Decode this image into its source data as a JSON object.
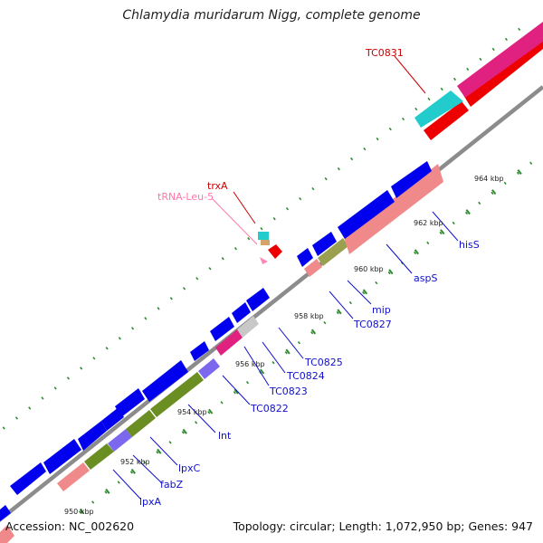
{
  "title": "Chlamydia muridarum Nigg, complete genome",
  "footer": {
    "accession": "Accession: NC_002620",
    "summary": "Topology: circular; Length: 1,072,950 bp; Genes: 947"
  },
  "colors": {
    "backbone": "#8c8c8c",
    "tick": "#2e8b2e",
    "cds_forward": "#0000ee",
    "cds_reverse": "#ee0000",
    "cog_a": "#e0217f",
    "cog_b": "#6b8e23",
    "cog_c": "#f08a8a",
    "cog_d": "#9aa050",
    "cog_e": "#7b68ee",
    "cog_f": "#c8c8c8",
    "cog_g": "#22cccc",
    "trna": "#ff88b8",
    "label_blue": "#1010cc",
    "label_red": "#cc0000",
    "label_pink": "#ff77aa"
  },
  "kbp_labels": [
    "950 kbp",
    "952 kbp",
    "954 kbp",
    "956 kbp",
    "958 kbp",
    "960 kbp",
    "962 kbp",
    "964 kbp"
  ],
  "gene_labels": [
    "lpxA",
    "fabZ",
    "lpxC",
    "lnt",
    "TC0822",
    "TC0823",
    "TC0824",
    "TC0825",
    "TC0827",
    "mip",
    "aspS",
    "hisS"
  ],
  "top_labels": [
    "TC0831",
    "trxA",
    "tRNA-Leu-5"
  ]
}
